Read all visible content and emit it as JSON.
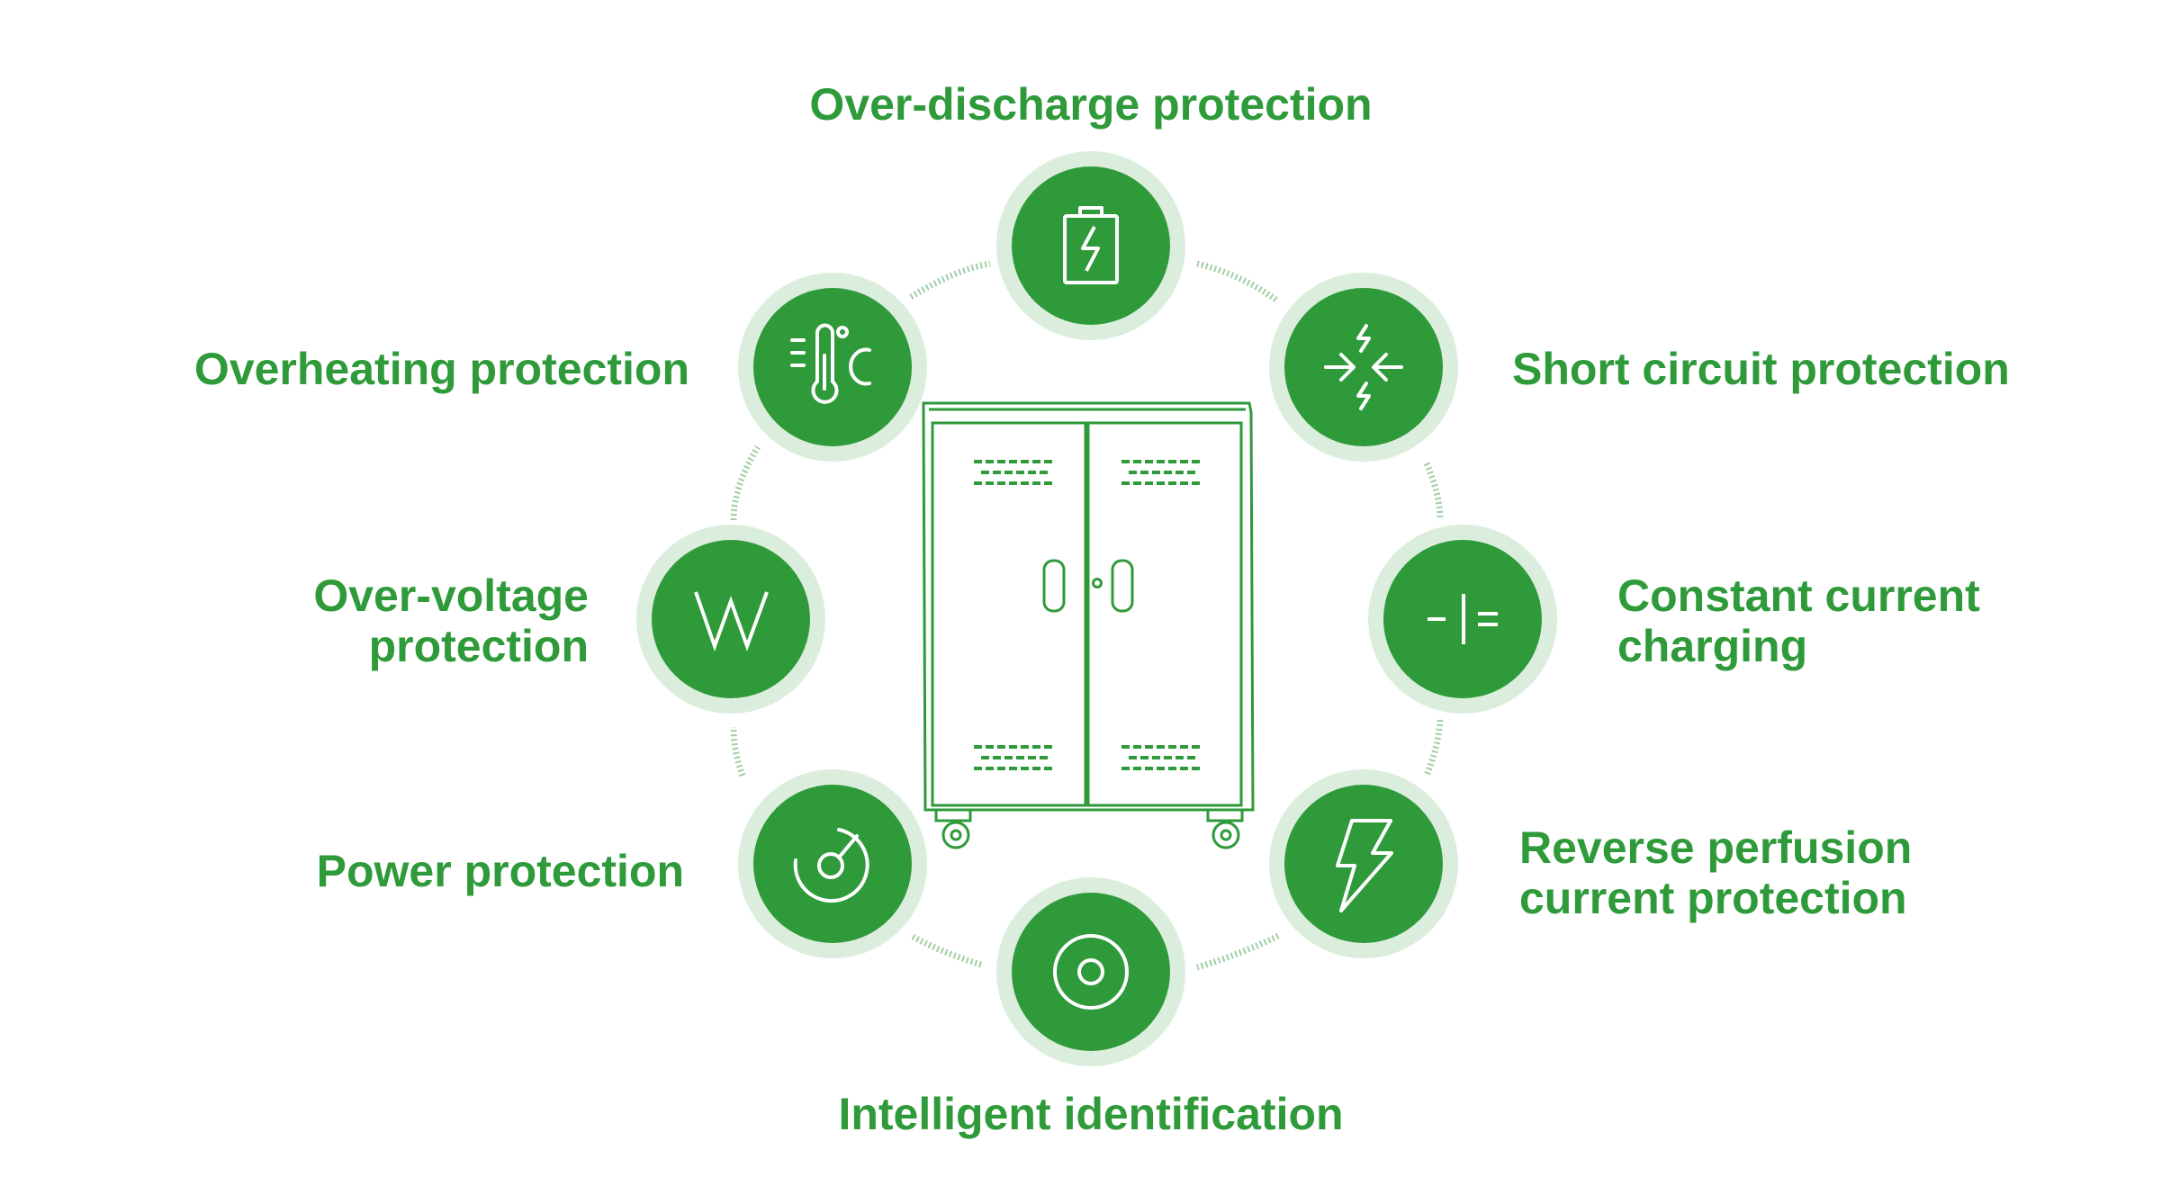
{
  "colors": {
    "accent": "#2f9a3a",
    "halo": "#dbeedd",
    "icon_stroke": "#ffffff",
    "cabinet_stroke": "#2f9a3a",
    "background": "#ffffff"
  },
  "center_image": {
    "icon": "charging-cabinet-illustration"
  },
  "features": [
    {
      "id": "over-discharge",
      "label": "Over-discharge protection",
      "icon": "battery-bolt-icon"
    },
    {
      "id": "short-circuit",
      "label": "Short circuit protection",
      "icon": "short-circuit-arrows-icon"
    },
    {
      "id": "constant-current",
      "label_lines": [
        "Constant current",
        "charging"
      ],
      "icon": "constant-current-symbol-icon"
    },
    {
      "id": "reverse-perfusion",
      "label_lines": [
        "Reverse perfusion",
        "current protection"
      ],
      "icon": "lightning-bolt-icon"
    },
    {
      "id": "intelligent-identification",
      "label": "Intelligent identification",
      "icon": "target-circle-icon"
    },
    {
      "id": "power",
      "label": "Power protection",
      "icon": "gauge-dial-icon"
    },
    {
      "id": "over-voltage",
      "label_lines": [
        "Over-voltage",
        "protection"
      ],
      "icon": "waveform-w-icon"
    },
    {
      "id": "overheating",
      "label": "Overheating protection",
      "icon": "thermometer-celsius-icon"
    }
  ]
}
